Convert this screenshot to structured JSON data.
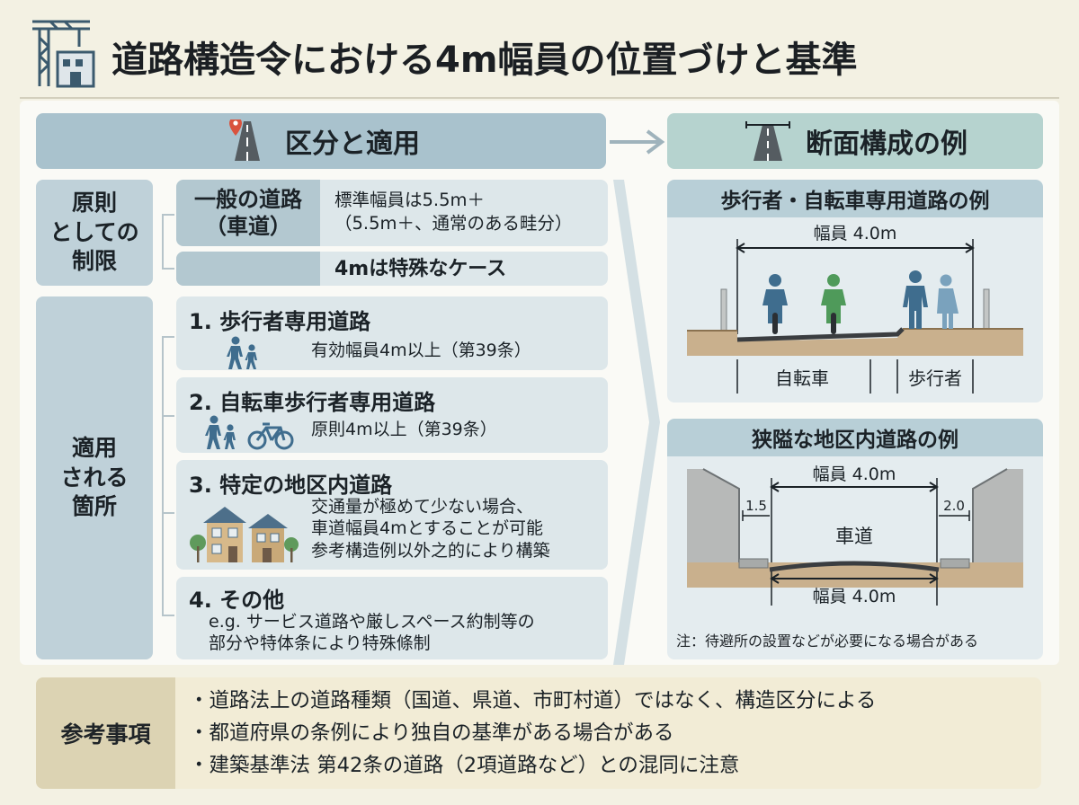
{
  "title": "道路構造令における4m幅員の位置づけと基準",
  "left_header": "区分と適用",
  "right_header": "断面構成の例",
  "principle": {
    "category": [
      "原則",
      "としての",
      "制限"
    ],
    "general_title": [
      "一般の道路",
      "（車道）"
    ],
    "general_text": [
      "標準幅員は5.5m＋",
      "（5.5m＋、通常のある畦分）"
    ],
    "special_text": "4mは特殊なケース"
  },
  "application": {
    "category": [
      "適用",
      "される",
      "箇所"
    ],
    "items": [
      {
        "title": "1. 歩行者専用道路",
        "text": [
          "有効幅員4m以上（第39条）"
        ],
        "icon": "pedestrians-icon"
      },
      {
        "title": "2. 自転車歩行者専用道路",
        "text": [
          "原則4m以上（第39条）"
        ],
        "icon": "bicycle-pedestrian-icon"
      },
      {
        "title": "3. 特定の地区内道路",
        "text": [
          "交通量が極めて少ない場合、",
          "車道幅員4mとすることが可能",
          "参考構造例以外之的により構築"
        ],
        "icon": "houses-icon"
      },
      {
        "title": "4. その他",
        "text": [
          "e.g. サービス道路や厳しスペース約制等の",
          "部分や特体条により特殊條制"
        ],
        "icon": ""
      }
    ]
  },
  "section1": {
    "title": "歩行者・自転車専用道路の例",
    "width_label": "幅員 4.0m",
    "zone_bicycle": "自転車",
    "zone_pedestrian": "歩行者"
  },
  "section2": {
    "title": "狭隘な地区内道路の例",
    "width_label_top": "幅員 4.0m",
    "width_label_bottom": "幅員 4.0m",
    "left_dim": "1.5",
    "right_dim": "2.0",
    "center_label": "車道",
    "note": "注：待避所の設置などが必要になる場合がある"
  },
  "footer": {
    "label": "参考事項",
    "notes": [
      "・道路法上の道路種類（国道、県道、市町村道）ではなく、構造区分による",
      "・都道府県の条例により独自の基準がある場合がある",
      "・建築基準法 第42条の道路（2項道路など）との混同に注意"
    ]
  },
  "colors": {
    "header_blue": "#a9c2cd",
    "card_blue": "#dde7ea",
    "right_header_green": "#b6d3cf",
    "footer_beige": "#f2ecd6"
  }
}
